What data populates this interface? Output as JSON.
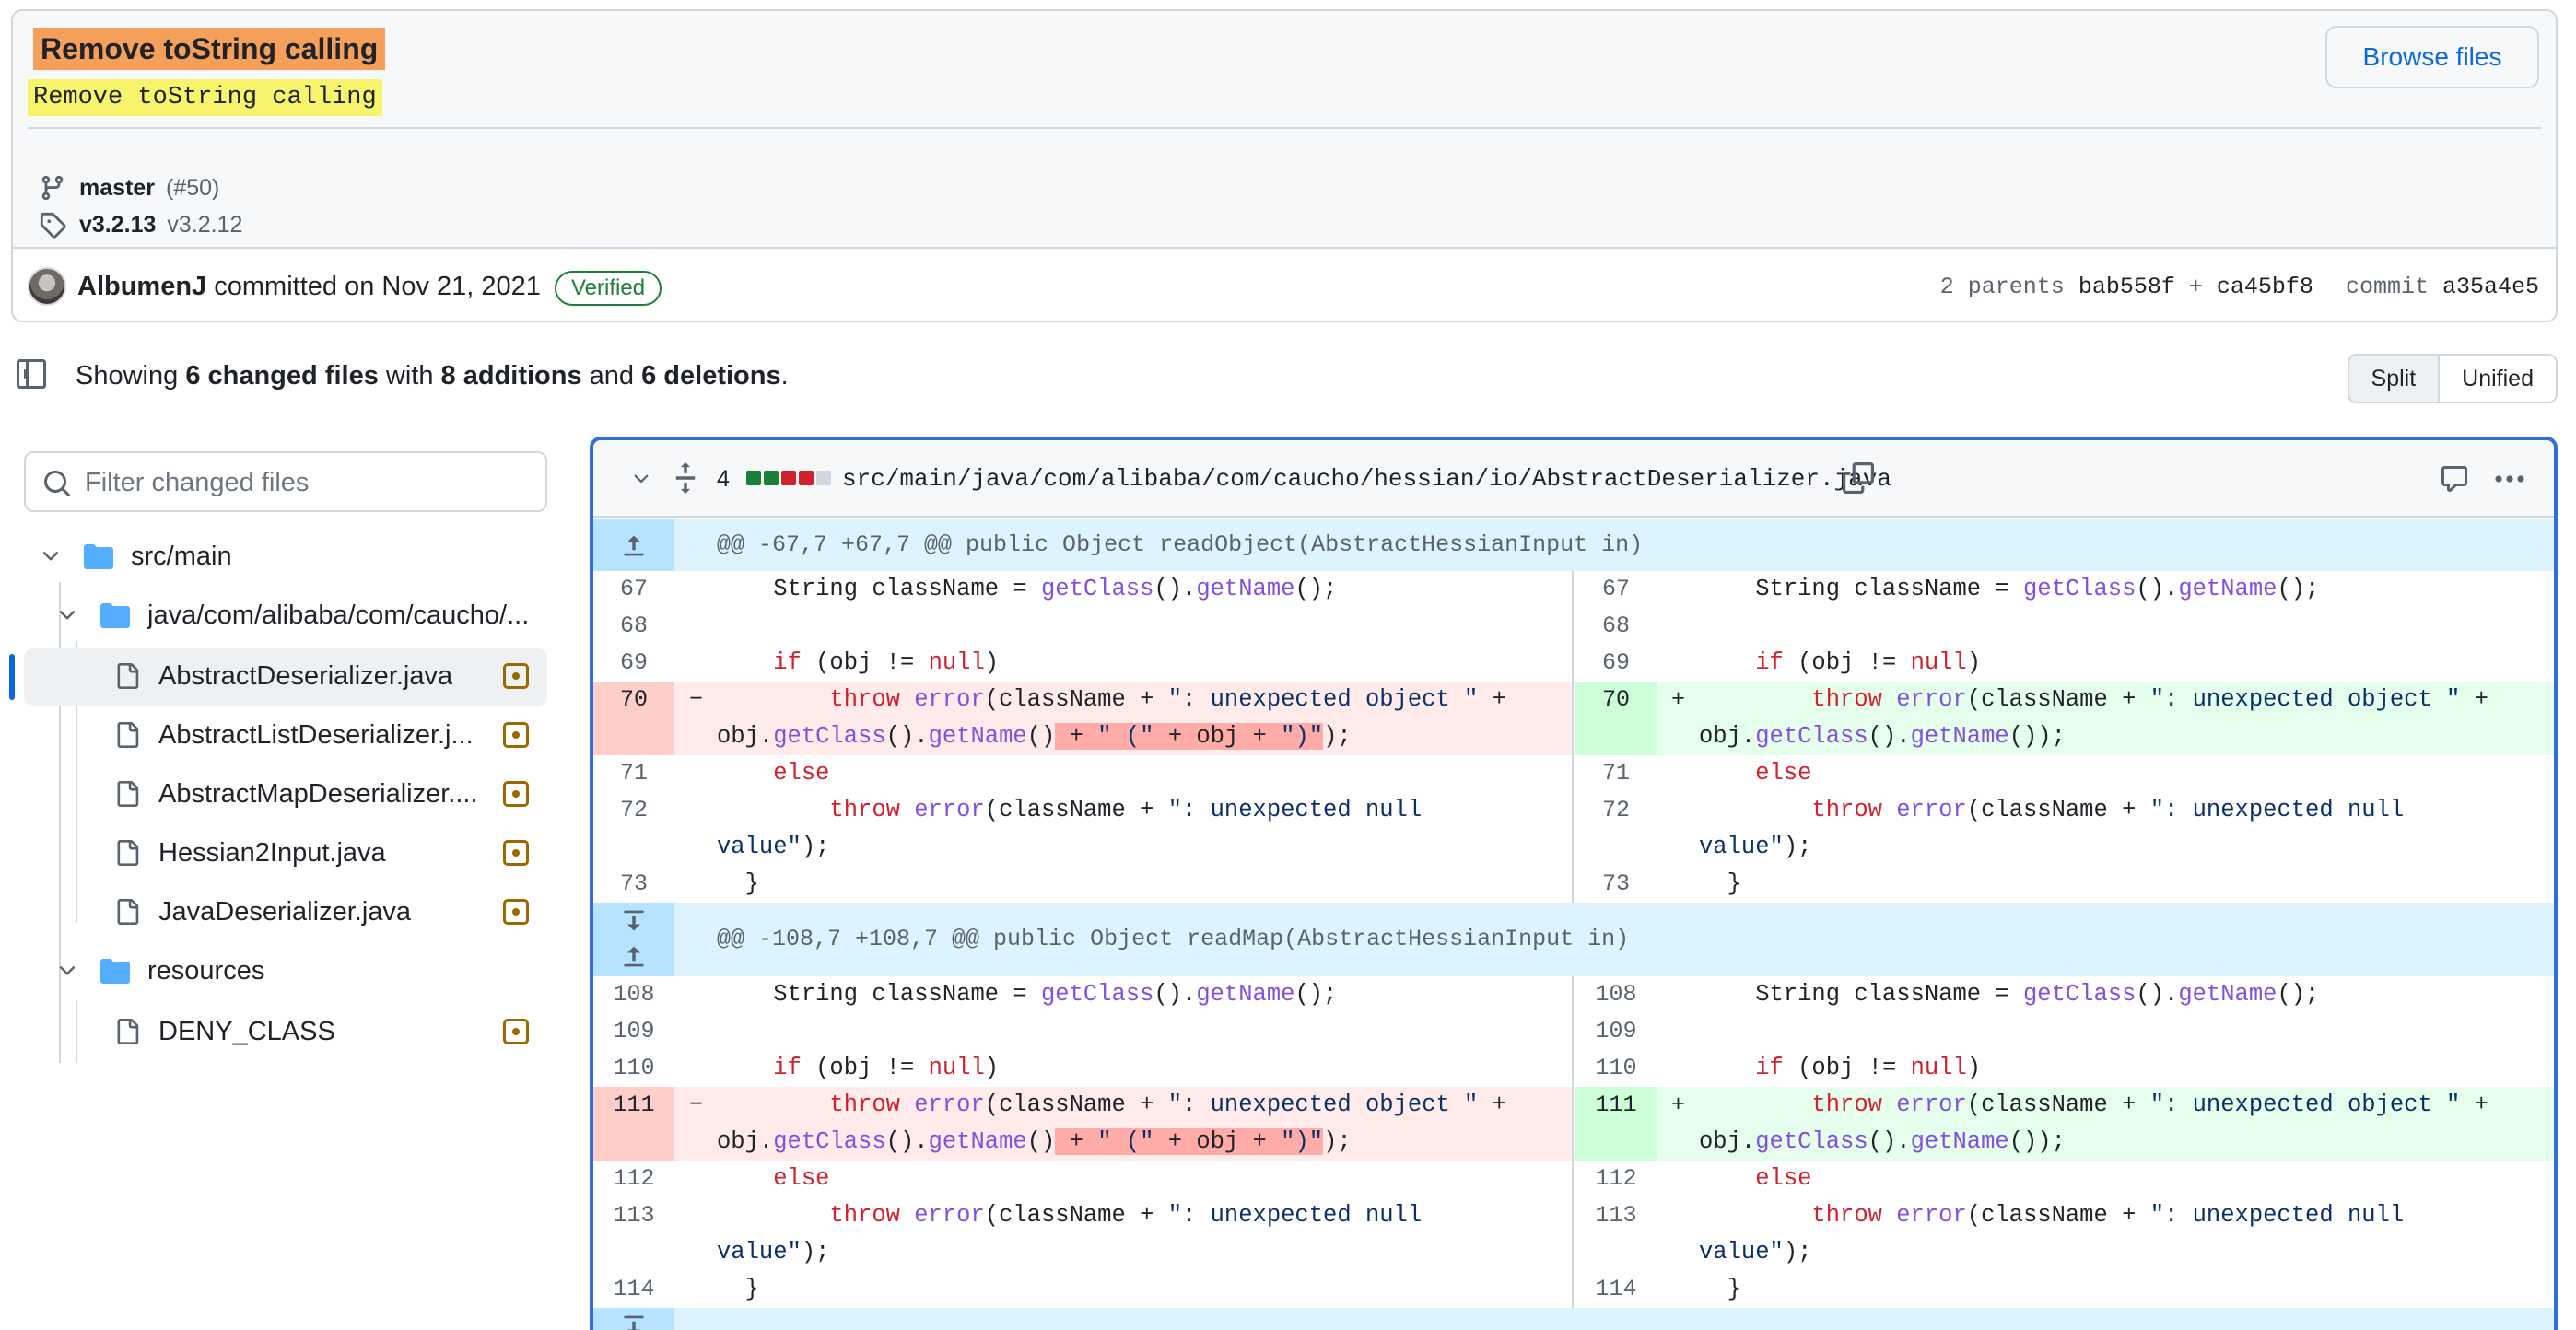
{
  "commit": {
    "title": "Remove toString calling",
    "message": "Remove toString calling",
    "browse_label": "Browse files",
    "branch": "master",
    "pr": "(#50)",
    "tag": "v3.2.13",
    "tag_prev": "v3.2.12",
    "author": "AlbumenJ",
    "committed_text": "committed on Nov 21, 2021",
    "verified": "Verified",
    "parents_label": "2 parents",
    "parent1": "bab558f",
    "plus": "+",
    "parent2": "ca45bf8",
    "commit_label": "commit",
    "commit_sha": "a35a4e5"
  },
  "summary": {
    "showing": "Showing",
    "files": "6 changed files",
    "with": "with",
    "additions": "8 additions",
    "and": "and",
    "deletions": "6 deletions",
    "period": "."
  },
  "view": {
    "split": "Split",
    "unified": "Unified"
  },
  "filter": {
    "placeholder": "Filter changed files"
  },
  "tree": {
    "src_main": "src/main",
    "java_path": "java/com/alibaba/com/caucho/...",
    "files": [
      "AbstractDeserializer.java",
      "AbstractListDeserializer.j...",
      "AbstractMapDeserializer....",
      "Hessian2Input.java",
      "JavaDeserializer.java"
    ],
    "resources": "resources",
    "deny": "DENY_CLASS"
  },
  "diff": {
    "count": "4",
    "path": "src/main/java/com/alibaba/com/caucho/hessian/io/AbstractDeserializer.java",
    "hunk1": "@@ -67,7 +67,7 @@ public Object readObject(AbstractHessianInput in)",
    "hunk2": "@@ -108,7 +108,7 @@ public Object readMap(AbstractHessianInput in)",
    "ln": {
      "a67": "67",
      "a68": "68",
      "a69": "69",
      "a70": "70",
      "a71": "71",
      "a72": "72",
      "a73": "73",
      "b108": "108",
      "b109": "109",
      "b110": "110",
      "b111": "111",
      "b112": "112",
      "b113": "113",
      "b114": "114"
    },
    "minus": "−",
    "plus": "+"
  },
  "colors": {
    "accent": "#0969da",
    "add": "#1a7f37",
    "del": "#cf222e",
    "title_highlight": "#f5a05a",
    "message_highlight": "#f7f36b"
  }
}
